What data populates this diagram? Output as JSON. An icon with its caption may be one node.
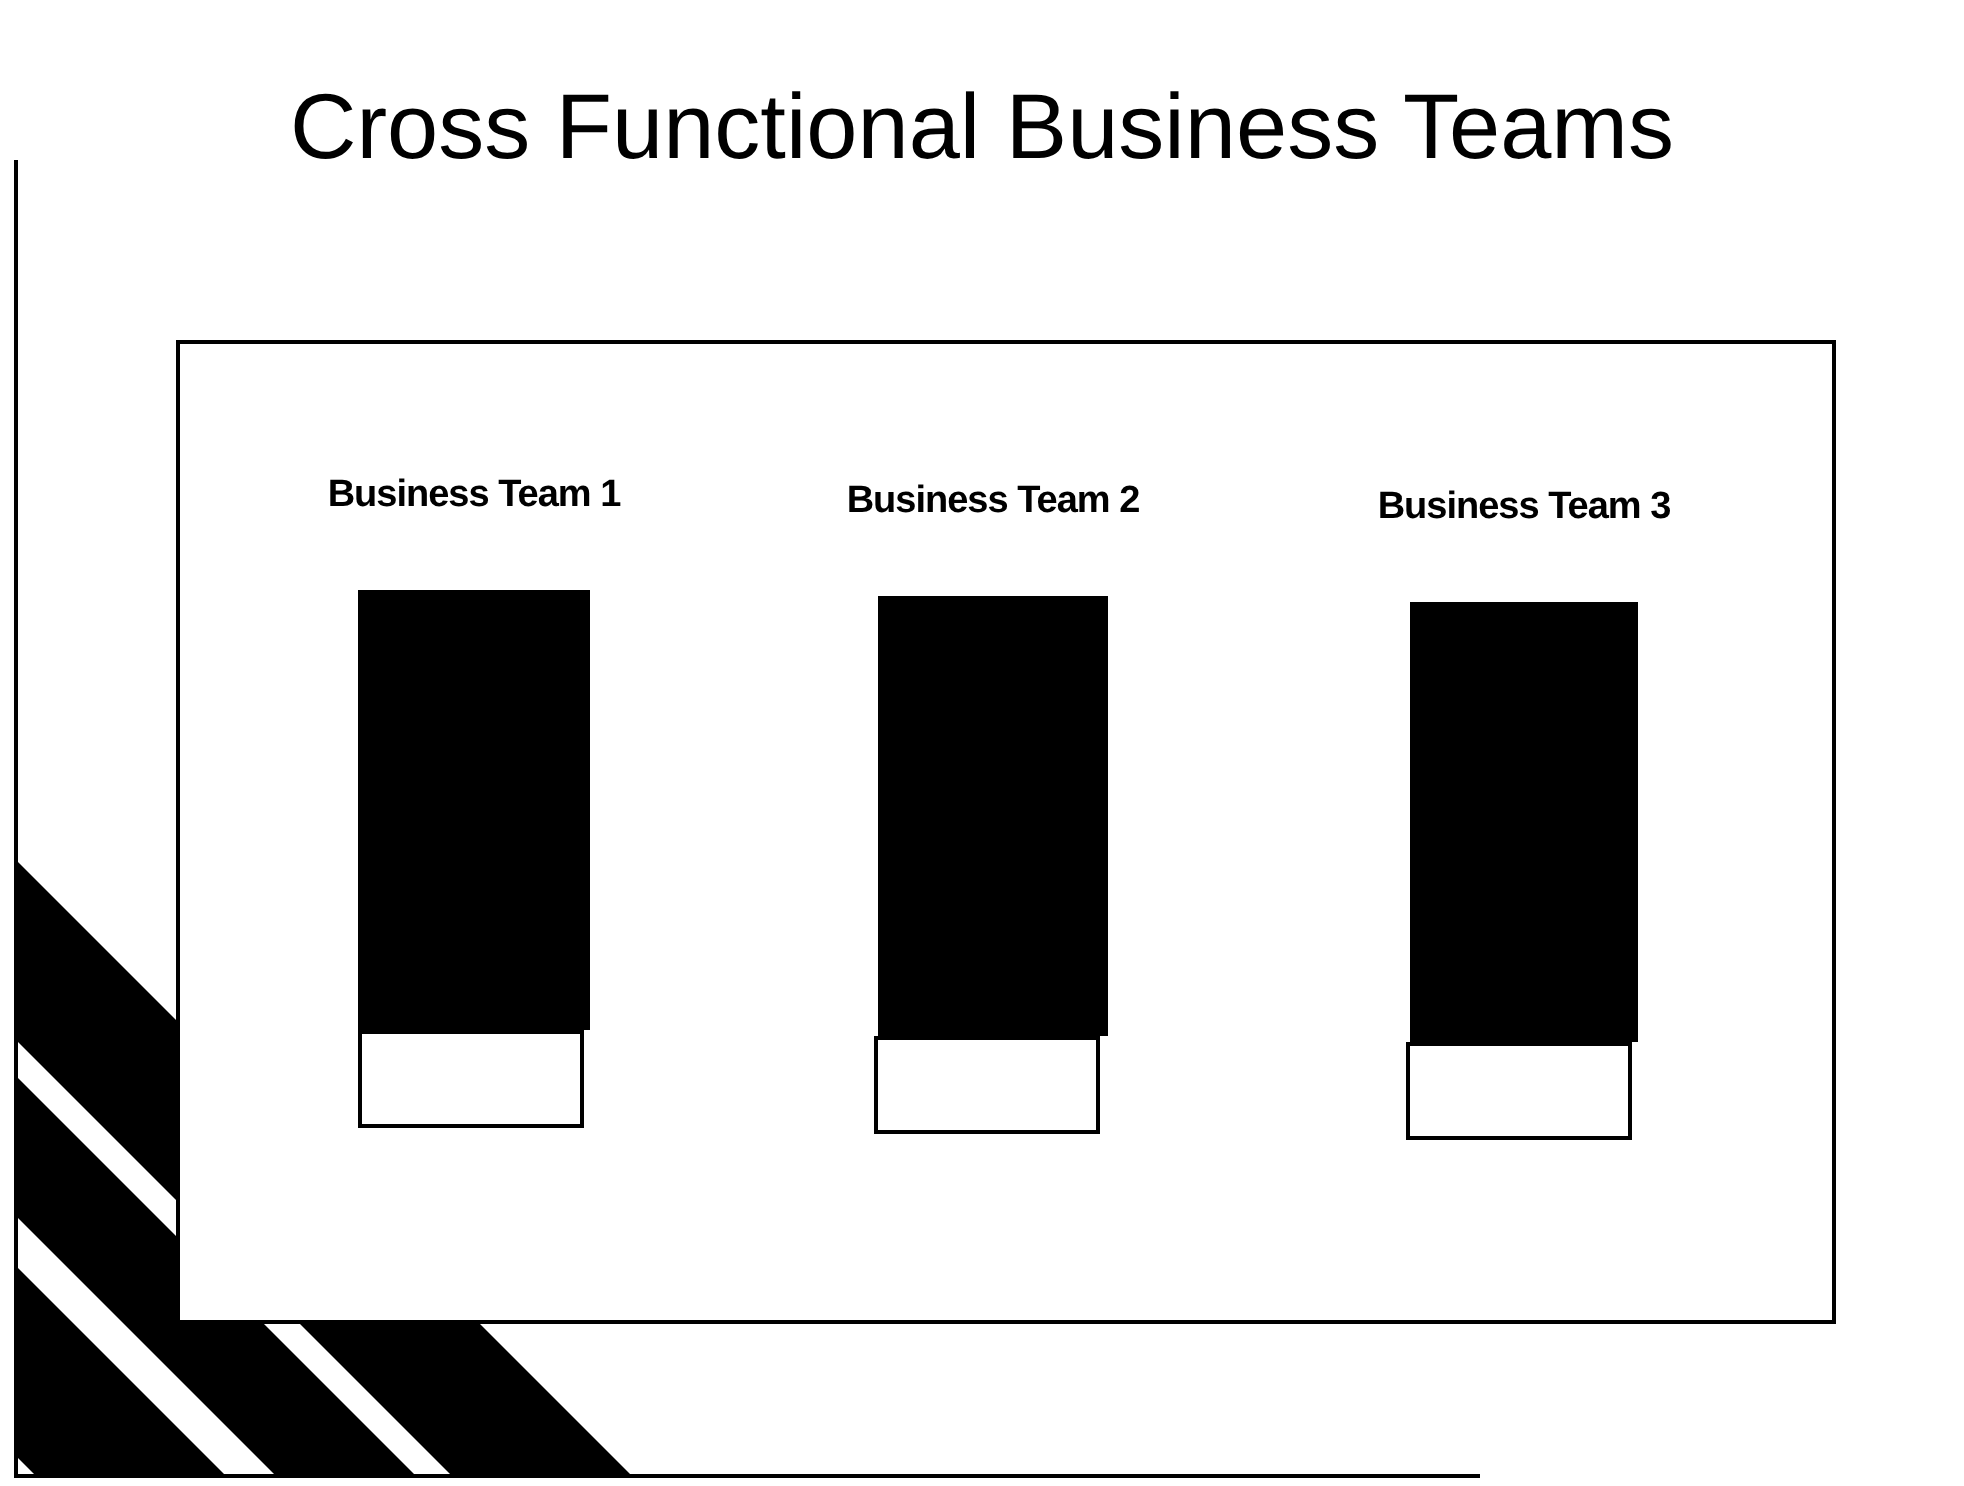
{
  "diagram": {
    "title": "Cross Functional Business Teams",
    "nodes": [
      {
        "text": [],
        "shape": "box"
      },
      {
        "text": [
          "Business Team 1"
        ],
        "in": 0
      },
      {
        "text": [
          "Business Team 2"
        ],
        "in": 0
      },
      {
        "text": [
          "Business Team 3"
        ],
        "in": 0
      },
      {
        "text": [],
        "shape": "box",
        "in": 0
      },
      {
        "text": [],
        "shape": "box",
        "in": 0
      },
      {
        "text": [],
        "shape": "box",
        "in": 0
      }
    ]
  }
}
